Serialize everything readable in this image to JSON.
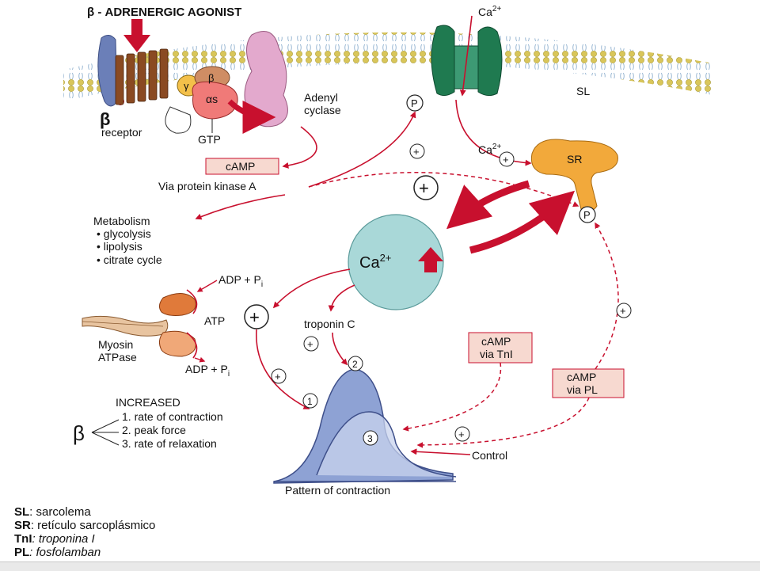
{
  "labels": {
    "agonist": "β - ADRENERGIC AGONIST",
    "ca_top": "Ca",
    "ca_sup": "2+",
    "sl": "SL",
    "beta": "β",
    "receptor": "receptor",
    "gamma": "γ",
    "beta_sub": "β",
    "alpha_s": "αs",
    "gtp": "GTP",
    "adenyl": "Adenyl",
    "cyclase": "cyclase",
    "p": "P",
    "plus": "+",
    "camp": "cAMP",
    "pka": "Via protein kinase A",
    "ca_sr": "Ca",
    "sr": "SR",
    "metabolism": "Metabolism",
    "met_1": "• glycolysis",
    "met_2": "• lipolysis",
    "met_3": "• citrate cycle",
    "ca_center": "Ca",
    "adp_pi": "ADP + P",
    "pi_sub": "i",
    "atp": "ATP",
    "troponin": "troponin C",
    "myosin": "Myosin",
    "atpase": "ATPase",
    "camp_tni_1": "cAMP",
    "camp_tni_2": "via TnI",
    "camp_pl_1": "cAMP",
    "camp_pl_2": "via PL",
    "increased": "INCREASED",
    "beta_big": "β",
    "inc_1": "1. rate of contraction",
    "inc_2": "2. peak force",
    "inc_3": "3. rate of relaxation",
    "n1": "1",
    "n2": "2",
    "n3": "3",
    "control": "Control",
    "pattern": "Pattern of contraction"
  },
  "legend": {
    "sl_abbr": "SL",
    "sl_text": ": sarcolema",
    "sr_abbr": "SR",
    "sr_text": ": retículo sarcoplásmico",
    "tni_abbr": "TnI",
    "tni_text": ": troponina I",
    "pl_abbr": "PL",
    "pl_text": ": fosfolamban"
  },
  "colors": {
    "arrow_red": "#c8102e",
    "membrane_yellow": "#d9c65a",
    "receptor_blue": "#6b7fb8",
    "channel_green": "#1f7a50",
    "sr_orange": "#f2a93b",
    "ca_circle": "#a9d8d8",
    "curve_fill": "#8ea2d4",
    "box_fill": "#f7d9d0"
  }
}
